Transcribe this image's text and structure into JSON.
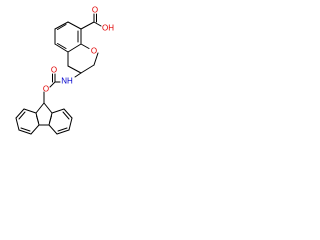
{
  "structure": {
    "labels": {
      "carboxyl_o": "O",
      "carboxyl_oh": "OH",
      "ring_o": "O",
      "carbamate_o_carbonyl": "O",
      "carbamate_o_ester": "O",
      "nh": "NH"
    },
    "colors": {
      "bond": "#000000",
      "oxygen": "#e00000",
      "nitrogen": "#0000cc",
      "background": "#ffffff"
    }
  }
}
